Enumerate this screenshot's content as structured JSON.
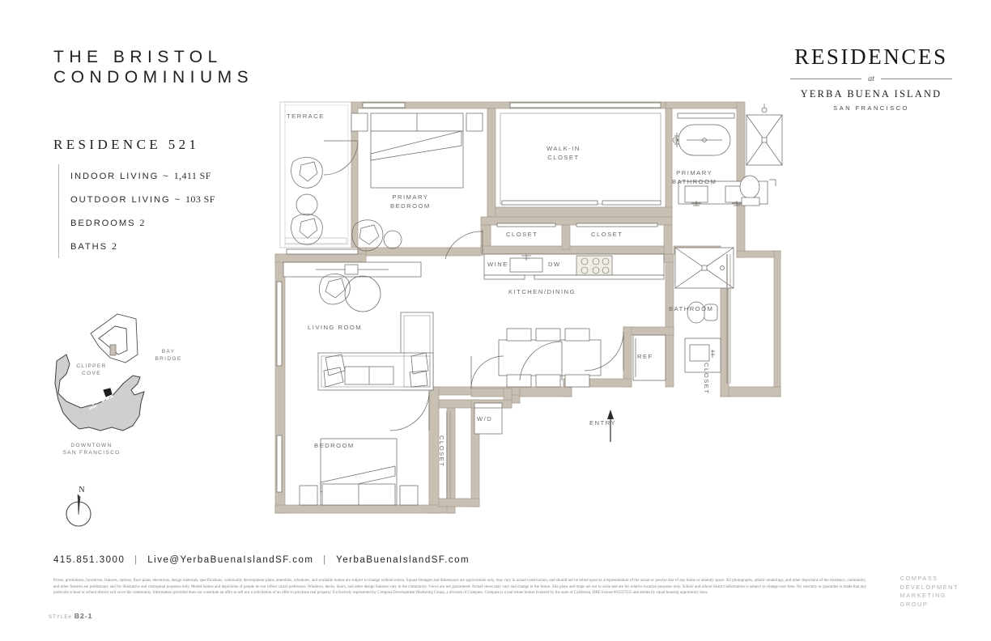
{
  "header": {
    "title_line1": "THE BRISTOL",
    "title_line2": "CONDOMINIUMS",
    "residence": "RESIDENCE 521",
    "specs": [
      {
        "label": "INDOOR LIVING ~",
        "value": "1,411 SF"
      },
      {
        "label": "OUTDOOR LIVING ~",
        "value": "103 SF"
      },
      {
        "label": "BEDROOMS",
        "value": "2"
      },
      {
        "label": "BATHS",
        "value": "2"
      }
    ]
  },
  "brand": {
    "name": "RESIDENCES",
    "at": "at",
    "location": "YERBA BUENA ISLAND",
    "city": "SAN FRANCISCO"
  },
  "keymap": {
    "bay_bridge": "BAY\nBRIDGE",
    "clipper_cove": "CLIPPER\nCOVE",
    "downtown": "DOWNTOWN\nSAN FRANCISCO"
  },
  "compass": {
    "north": "N"
  },
  "plan": {
    "rooms": [
      {
        "name": "TERRACE",
        "label": "TERRACE"
      },
      {
        "name": "PRIMARY BEDROOM",
        "label": "PRIMARY\nBEDROOM"
      },
      {
        "name": "WALK-IN CLOSET",
        "label": "WALK-IN\nCLOSET"
      },
      {
        "name": "PRIMARY BATHROOM",
        "label": "PRIMARY\nBATHROOM"
      },
      {
        "name": "CLOSET 1",
        "label": "CLOSET"
      },
      {
        "name": "CLOSET 2",
        "label": "CLOSET"
      },
      {
        "name": "KITCHEN/DINING",
        "label": "KITCHEN/DINING"
      },
      {
        "name": "LIVING ROOM",
        "label": "LIVING ROOM"
      },
      {
        "name": "BATHROOM",
        "label": "BATHROOM"
      },
      {
        "name": "BEDROOM",
        "label": "BEDROOM"
      },
      {
        "name": "ENTRY",
        "label": "ENTRY"
      },
      {
        "name": "HALL CLOSET",
        "label": "CLOSET"
      },
      {
        "name": "BEDROOM CLOSET",
        "label": "CLOSET"
      }
    ],
    "appliances": [
      {
        "name": "wine",
        "label": "WINE"
      },
      {
        "name": "dishwasher",
        "label": "DW"
      },
      {
        "name": "refrigerator",
        "label": "REF"
      },
      {
        "name": "washer-dryer",
        "label": "W/D"
      }
    ]
  },
  "footer": {
    "phone": "415.851.3000",
    "email": "Live@YerbaBuenaIslandSF.com",
    "website": "YerbaBuenaIslandSF.com",
    "separator": "|",
    "legal": "Prices, promotions, incentives, features, options, floor plans, elevations, design materials, specifications, community development plans, amenities, schedules, and available homes are subject to change without notice. Square footages and dimensions are approximate only, may vary in actual construction, and should not be relied upon as a representation of the actual or precise size of any home or amenity space. All photographs, artistic renderings, and other depictions of the residence, community, and other features are preliminary and for illustrative and conceptual purposes only. Model homes and depictions of people do not reflect racial preference. Windows, decks, doors, and other design features vary in the community. Views are not guaranteed. Actual views may vary and change in the future. Site plans and maps are not to scale and are for relative location purposes only. School and school district information is subject to change over time. No warranty or guarantee is made that any particular school or school district will serve the community. Information provided does not constitute an offer to sell nor a solicitation of an offer to purchase real property. Exclusively represented by Compass Development Marketing Group, a division of Compass. Compass is a real estate broker licensed by the state of California, DRE license #01527235 and abides by equal housing opportunity laws.",
    "style_prefix": "STYLE#",
    "style_number": "B2-1",
    "compass_logo": "COMPASS\nDEVELOPMENT\nMARKETING\nGROUP"
  },
  "colors": {
    "wall": "#c9c0b4",
    "wall_line": "#a79c8c",
    "text": "#6a6763",
    "ink": "#1d1d1c"
  }
}
